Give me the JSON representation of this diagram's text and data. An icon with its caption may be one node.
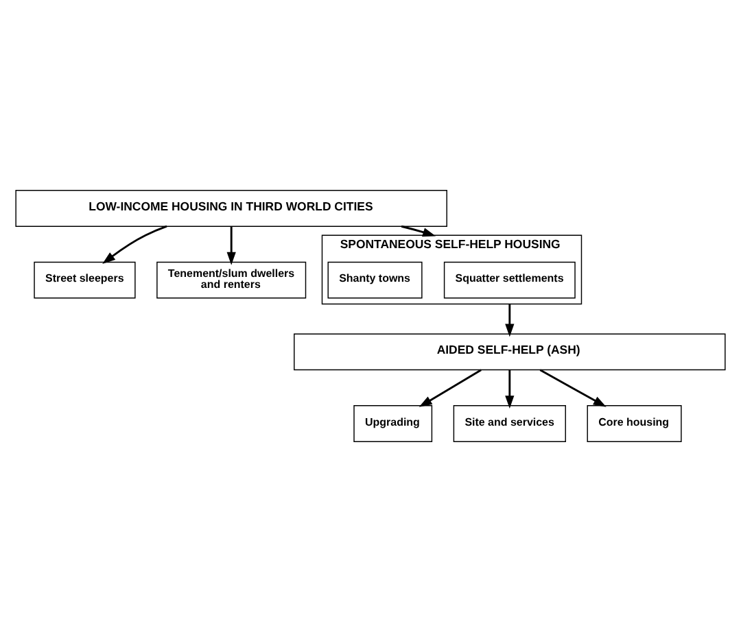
{
  "diagram": {
    "nodes": [
      {
        "text": [
          "LOW-INCOME HOUSING IN THIRD WORLD CITIES"
        ]
      },
      {
        "text": [
          "Street sleepers"
        ]
      },
      {
        "text": [
          "Tenement/slum dwellers and renters"
        ]
      },
      {
        "text": [
          "SPONTANEOUS SELF-HELP HOUSING"
        ]
      },
      {
        "text": [
          "Squatter settlements"
        ],
        "in": 3
      },
      {
        "text": [
          "Shanty towns"
        ],
        "in": 3
      },
      {
        "text": [
          "AIDED SELF-HELP (ASH)"
        ]
      },
      {
        "text": [
          "Upgrading"
        ]
      },
      {
        "text": [
          "Site and services"
        ]
      },
      {
        "text": [
          "Core housing"
        ]
      }
    ],
    "edges": [
      {
        "from": 0,
        "to": 1,
        "arrow": "to"
      },
      {
        "from": 0,
        "to": 2,
        "arrow": "to"
      },
      {
        "from": 0,
        "to": 3,
        "arrow": "to"
      },
      {
        "from": 3,
        "to": 6,
        "arrow": "to"
      },
      {
        "from": 6,
        "to": 7,
        "arrow": "to"
      },
      {
        "from": 6,
        "to": 8,
        "arrow": "to"
      },
      {
        "from": 6,
        "to": 9,
        "arrow": "to"
      }
    ]
  }
}
